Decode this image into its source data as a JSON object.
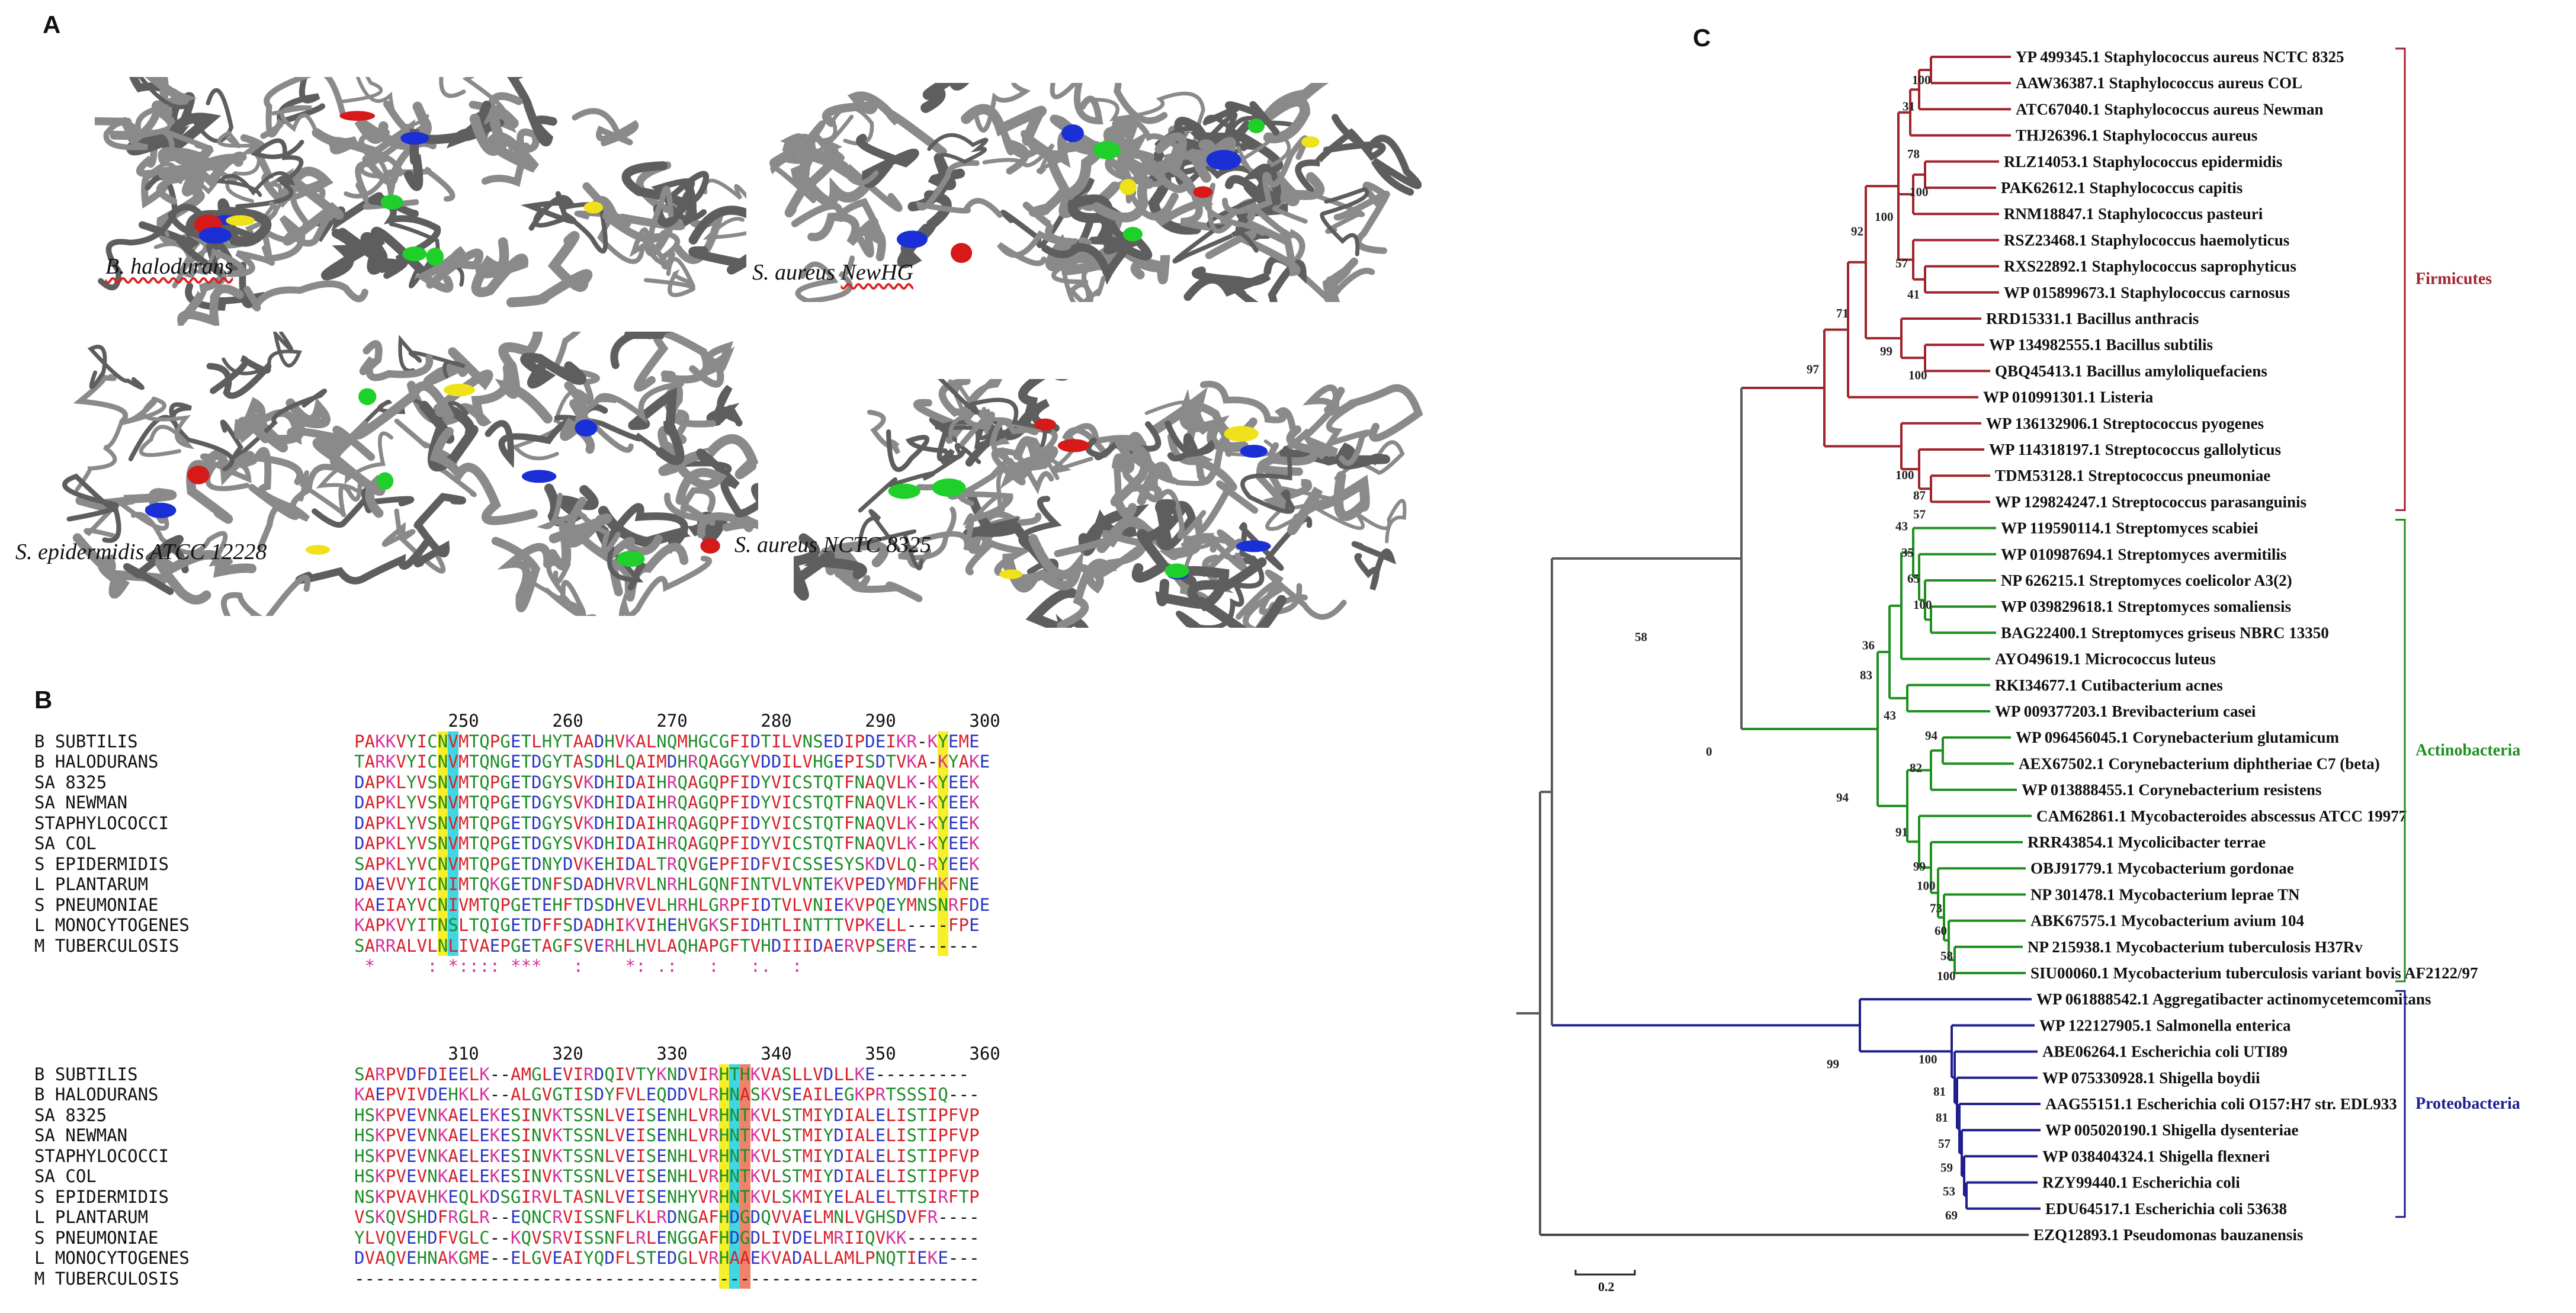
{
  "panels": {
    "a": "A",
    "b": "B",
    "c": "C"
  },
  "panel_a": {
    "structures": [
      {
        "label": "B. halodurans",
        "underlined": true
      },
      {
        "label": "S. aureus ",
        "label_underlined": "NewHG"
      },
      {
        "label": "S. epidermidis ATCC 12228"
      },
      {
        "label": "S. aureus NCTC 8325"
      }
    ]
  },
  "panel_b": {
    "block1": {
      "ruler": [
        "250",
        "260",
        "270",
        "280",
        "290",
        "300"
      ],
      "rows": [
        {
          "name": "B SUBTILIS",
          "seq": "PAKKVYICNVMTQPGETLHYTAADHVKALNQMHGCGFIDTILVNSEDIPDEIKR-KYEME"
        },
        {
          "name": "B HALODURANS",
          "seq": "TARKVYICNVMTQNGETDGYTASDHLQAIMDHRQAGGYVDDILVHGEPISDTVKA-KYAKE"
        },
        {
          "name": "SA 8325",
          "seq": "DAPKLYVSNVMTQPGETDGYSVKDHIDAIHRQAGQPFIDYVICSTQTFNAQVLK-KYEEK"
        },
        {
          "name": "SA NEWMAN",
          "seq": "DAPKLYVSNVMTQPGETDGYSVKDHIDAIHRQAGQPFIDYVICSTQTFNAQVLK-KYEEK"
        },
        {
          "name": "STAPHYLOCOCCI",
          "seq": "DAPKLYVSNVMTQPGETDGYSVKDHIDAIHRQAGQPFIDYVICSTQTFNAQVLK-KYEEK"
        },
        {
          "name": "SA COL",
          "seq": "DAPKLYVSNVMTQPGETDGYSVKDHIDAIHRQAGQPFIDYVICSTQTFNAQVLK-KYEEK"
        },
        {
          "name": "S EPIDERMIDIS",
          "seq": "SAPKLYVCNVMTQPGETDNYDVKEHIDALTRQVGEPFIDFVICSSESYSKDVLQ-RYEEK"
        },
        {
          "name": "L PLANTARUM",
          "seq": "DAEVVYICNIMTQKGETDNFSDADHVRVLNRHLGQNFINTVLVNTEKVPEDYMDFHKFNE"
        },
        {
          "name": "S PNEUMONIAE",
          "seq": "KAEIAYVCNIVMTQPGETEHFTDSDHVEVLHRHLGRPFIDTVLVNIEKVPQEYMNSNRFDE"
        },
        {
          "name": "L MONOCYTOGENES",
          "seq": "KAPKVYITNSLTQIGETDFFSDADHIKVIHEHVGKSFIDHTLINTTTVPKELL----FPE"
        },
        {
          "name": "M TUBERCULOSIS",
          "seq": "SARRALVLNLIVAEPGETAGFSVERHLHVLAQHAPGFTVHDIIIDAERVPSERE------"
        }
      ],
      "conservation": " *     : *:::: ***   :    *: .:   :   :.  :"
    },
    "block2": {
      "ruler": [
        "310",
        "320",
        "330",
        "340",
        "350",
        "360"
      ],
      "rows": [
        {
          "name": "B SUBTILIS",
          "seq": "SARPVDFDIEELK--AMGLEVIRDQIVTYKNDVIRHTHKVASLLVDLLKE---------"
        },
        {
          "name": "B HALODURANS",
          "seq": "KAEPVIVDEHKLK--ALGVGTISDYFVLEQDDVLRHNASKVSEAILEGKPRTSSSIQ---"
        },
        {
          "name": "SA 8325",
          "seq": "HSKPVEVNKAELEKESINVKTSSNLVEISENHLVRHNTKVLSTMIYDIALELISTIPFVP"
        },
        {
          "name": "SA NEWMAN",
          "seq": "HSKPVEVNKAELEKESINVKTSSNLVEISENHLVRHNTKVLSTMIYDIALELISTIPFVP"
        },
        {
          "name": "STAPHYLOCOCCI",
          "seq": "HSKPVEVNKAELEKESINVKTSSNLVEISENHLVRHNTKVLSTMIYDIALELISTIPFVP"
        },
        {
          "name": "SA COL",
          "seq": "HSKPVEVNKAELEKESINVKTSSNLVEISENHLVRHNTKVLSTMIYDIALELISTIPFVP"
        },
        {
          "name": "S EPIDERMIDIS",
          "seq": "NSKPVAVHKEQLKDSGIRVLTASNLVEISENHYVRHNTKVLSKMIYELALELTTSIRFTP"
        },
        {
          "name": "L PLANTARUM",
          "seq": "VSKQVSHDFRGLR--EQNCRVISSNFLKLRDNGAFHDGDQVVAELMNLVGHSDVFR----"
        },
        {
          "name": "S PNEUMONIAE",
          "seq": "YLVQVEHDFVGLC--KQVSRVISSNFLRLENGGAFHDGDLIVDELMRIIQVKK-------"
        },
        {
          "name": "L MONOCYTOGENES",
          "seq": "DVAQVEHNAKGME--ELGVEAIYQDFLSTEDGLVRHAAEKVADALLAMLPNQTIEKE---"
        },
        {
          "name": "M TUBERCULOSIS",
          "seq": "------------------------------------------------------------"
        }
      ]
    }
  },
  "panel_c": {
    "scale_label": "0.2",
    "groups": [
      {
        "name": "Firmicutes",
        "color": "#a0242c"
      },
      {
        "name": "Actinobacteria",
        "color": "#1f8f1f"
      },
      {
        "name": "Proteobacteria",
        "color": "#1f1f8f"
      }
    ],
    "taxa": [
      "YP 499345.1 Staphylococcus aureus NCTC 8325",
      "AAW36387.1 Staphylococcus aureus COL",
      "ATC67040.1 Staphylococcus aureus Newman",
      "THJ26396.1 Staphylococcus aureus",
      "RLZ14053.1 Staphylococcus epidermidis",
      "PAK62612.1 Staphylococcus capitis",
      "RNM18847.1 Staphylococcus pasteuri",
      "RSZ23468.1 Staphylococcus haemolyticus",
      "RXS22892.1 Staphylococcus saprophyticus",
      "WP 015899673.1 Staphylococcus carnosus",
      "RRD15331.1 Bacillus anthracis",
      "WP 134982555.1 Bacillus subtilis",
      "QBQ45413.1 Bacillus amyloliquefaciens",
      "WP 010991301.1 Listeria",
      "WP 136132906.1 Streptococcus pyogenes",
      "WP 114318197.1 Streptococcus gallolyticus",
      "TDM53128.1 Streptococcus pneumoniae",
      "WP 129824247.1 Streptococcus parasanguinis",
      "WP 119590114.1 Streptomyces scabiei",
      "WP 010987694.1 Streptomyces avermitilis",
      "NP 626215.1 Streptomyces coelicolor A3(2)",
      "WP 039829618.1 Streptomyces somaliensis",
      "BAG22400.1 Streptomyces griseus NBRC 13350",
      "AYO49619.1 Micrococcus luteus",
      "RKI34677.1 Cutibacterium acnes",
      "WP 009377203.1 Brevibacterium casei",
      "WP 096456045.1 Corynebacterium glutamicum",
      "AEX67502.1 Corynebacterium diphtheriae C7 (beta)",
      "WP 013888455.1 Corynebacterium resistens",
      "CAM62861.1 Mycobacteroides abscessus ATCC 19977",
      "RRR43854.1 Mycolicibacter terrae",
      "OBJ91779.1 Mycobacterium gordonae",
      "NP 301478.1 Mycobacterium leprae TN",
      "ABK67575.1 Mycobacterium avium 104",
      "NP 215938.1 Mycobacterium tuberculosis H37Rv",
      "SIU00060.1 Mycobacterium tuberculosis variant bovis AF2122/97",
      "WP 061888542.1 Aggregatibacter actinomycetemcomitans",
      "WP 122127905.1 Salmonella enterica",
      "ABE06264.1 Escherichia coli UTI89",
      "WP 075330928.1 Shigella boydii",
      "AAG55151.1 Escherichia coli O157:H7 str. EDL933",
      "WP 005020190.1 Shigella dysenteriae",
      "WP 038404324.1 Shigella flexneri",
      "RZY99440.1 Escherichia coli",
      "EDU64517.1 Escherichia coli 53638",
      "EZQ12893.1 Pseudomonas bauzanensis"
    ],
    "bootstrap": [
      "100",
      "31",
      "78",
      "100",
      "100",
      "57",
      "41",
      "92",
      "99",
      "100",
      "71",
      "97",
      "100",
      "87",
      "57",
      "43",
      "35",
      "65",
      "100",
      "36",
      "83",
      "43",
      "94",
      "82",
      "94",
      "91",
      "99",
      "100",
      "73",
      "60",
      "58",
      "100",
      "58",
      "0",
      "99",
      "100",
      "81",
      "81",
      "57",
      "59",
      "53",
      "69"
    ]
  }
}
